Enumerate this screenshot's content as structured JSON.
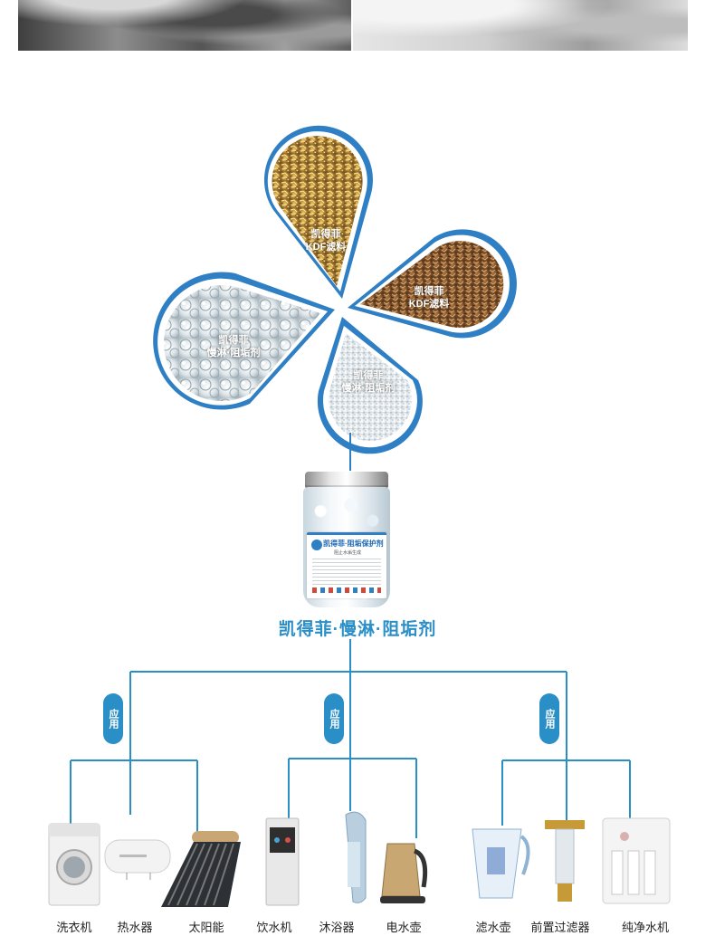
{
  "petals": {
    "top": {
      "line1": "凯得菲",
      "line2": "KDF滤料"
    },
    "right": {
      "line1": "凯得菲",
      "line2": "KDF滤料"
    },
    "left": {
      "line1": "凯得菲",
      "line2": "慢淋·阻垢剂"
    },
    "bottom": {
      "line1": "凯得菲",
      "line2": "慢淋·阻垢剂"
    }
  },
  "jar": {
    "label_title": "凯得菲·阻垢保护剂",
    "label_sub": "阻止水垢生成"
  },
  "product_title": "凯得菲·慢淋·阻垢剂",
  "badges": {
    "left": "应用",
    "middle": "应用",
    "right": "应用"
  },
  "appliances": [
    {
      "label": "洗衣机"
    },
    {
      "label": "热水器"
    },
    {
      "label": "太阳能"
    },
    {
      "label": "饮水机"
    },
    {
      "label": "沐浴器"
    },
    {
      "label": "电水壶"
    },
    {
      "label": "滤水壶"
    },
    {
      "label": "前置过滤器"
    },
    {
      "label": "纯净水机"
    }
  ],
  "colors": {
    "accent": "#2a8ec7",
    "ring": "#2f7fc4"
  }
}
